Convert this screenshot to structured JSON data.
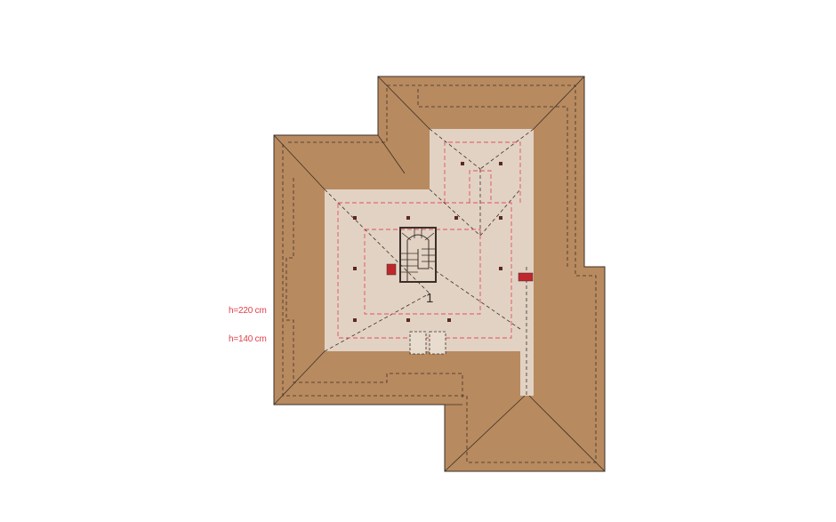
{
  "plan": {
    "room_number": "1",
    "height_labels": [
      "h=220 cm",
      "h=140 cm"
    ]
  },
  "colors": {
    "roof": "#b88a5f",
    "attic_floor": "#e2d2c4",
    "outline": "#3a3028",
    "red_line": "#e0525a",
    "label_red": "#e0404a",
    "chimney": "#c0272d"
  }
}
